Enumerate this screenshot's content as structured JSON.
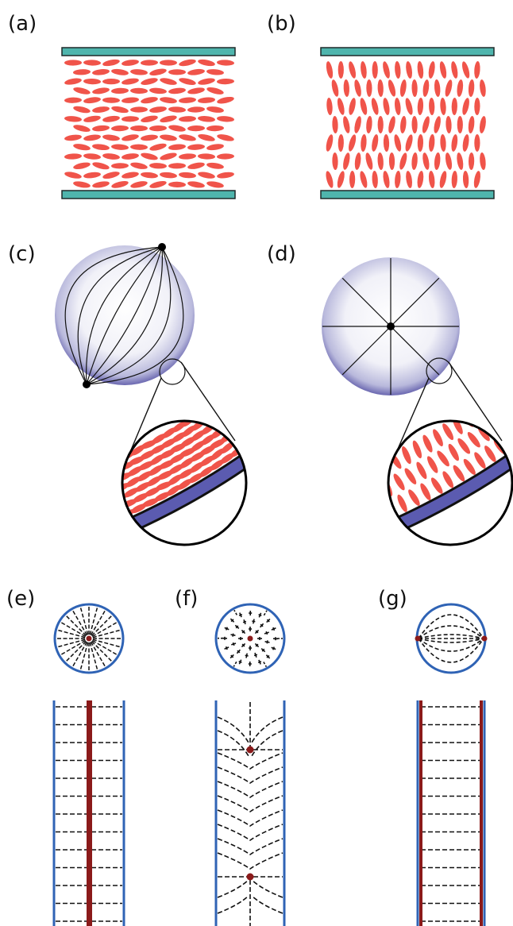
{
  "panels": {
    "a": {
      "label": "(a)"
    },
    "b": {
      "label": "(b)"
    },
    "c": {
      "label": "(c)"
    },
    "d": {
      "label": "(d)"
    },
    "e": {
      "label": "(e)"
    },
    "f": {
      "label": "(f)"
    },
    "g": {
      "label": "(g)"
    }
  },
  "colors": {
    "molecule": "#f0544a",
    "plate": "#4fb5ad",
    "droplet_edge": "#44409a",
    "substrate": "#5b5bb0",
    "capillary": "#2f63b5",
    "defect": "#8b1a1a",
    "field_line": "#111111"
  }
}
